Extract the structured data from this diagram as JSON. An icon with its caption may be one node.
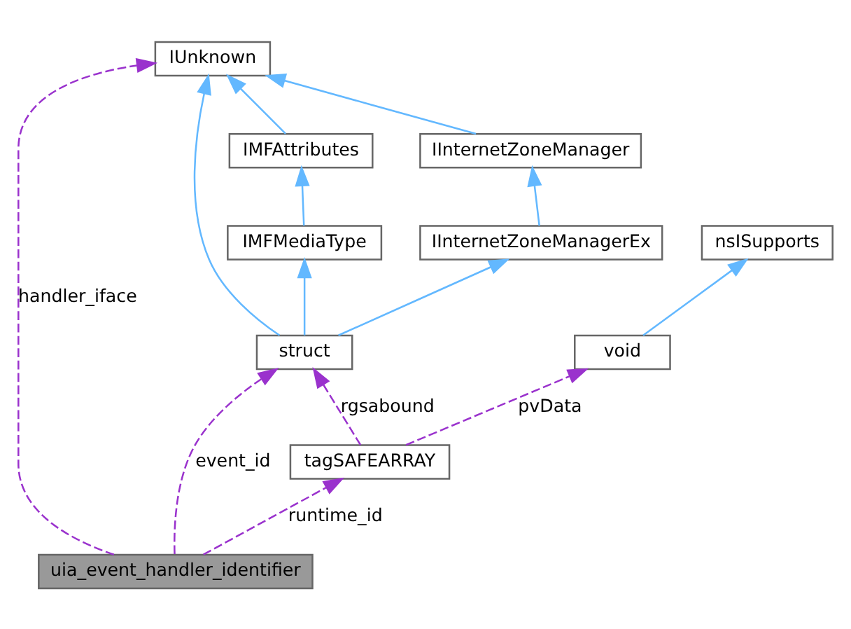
{
  "diagram": {
    "nodes": [
      {
        "text": [
          "IUnknown"
        ]
      },
      {
        "text": [
          "IMFAttributes"
        ]
      },
      {
        "text": [
          "IInternetZoneManager"
        ]
      },
      {
        "text": [
          "IMFMediaType"
        ]
      },
      {
        "text": [
          "IInternetZoneManagerEx"
        ]
      },
      {
        "text": [
          "nsISupports"
        ]
      },
      {
        "text": [
          "struct"
        ]
      },
      {
        "text": [
          "void"
        ]
      },
      {
        "text": [
          "tagSAFEARRAY"
        ]
      },
      {
        "text": [
          "uia_event_handler_identifier"
        ]
      }
    ],
    "edges": [
      {
        "from": 1,
        "to": 0,
        "arrow": "to"
      },
      {
        "from": 2,
        "to": 0,
        "arrow": "to"
      },
      {
        "from": 3,
        "to": 1,
        "arrow": "to"
      },
      {
        "from": 4,
        "to": 2,
        "arrow": "to"
      },
      {
        "from": 6,
        "to": 0,
        "arrow": "to"
      },
      {
        "from": 6,
        "to": 3,
        "arrow": "to"
      },
      {
        "from": 6,
        "to": 4,
        "arrow": "to"
      },
      {
        "from": 7,
        "to": 5,
        "arrow": "to"
      },
      {
        "from": 9,
        "to": 0,
        "arrow": "to",
        "label": "handler_iface",
        "style": "dashed",
        "color": "#9a32cd"
      },
      {
        "from": 9,
        "to": 6,
        "arrow": "to",
        "label": "event_id",
        "style": "dashed",
        "color": "#9a32cd"
      },
      {
        "from": 9,
        "to": 8,
        "arrow": "to",
        "label": "runtime_id",
        "style": "dashed",
        "color": "#9a32cd"
      },
      {
        "from": 8,
        "to": 6,
        "arrow": "to",
        "label": "rgsabound",
        "style": "dashed",
        "color": "#9a32cd"
      },
      {
        "from": 8,
        "to": 7,
        "arrow": "to",
        "label": "pvData",
        "style": "dashed",
        "color": "#9a32cd"
      }
    ]
  }
}
